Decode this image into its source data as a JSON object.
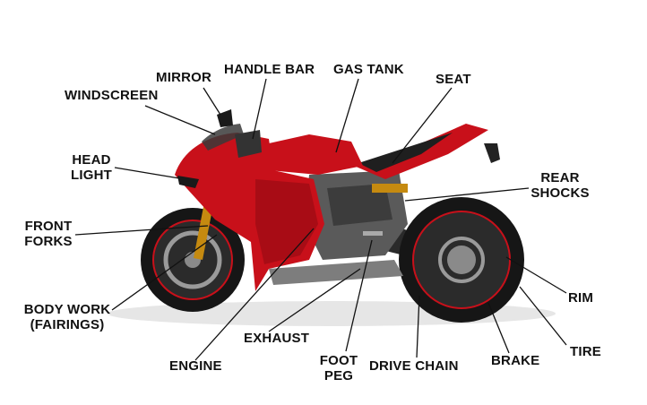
{
  "labels": {
    "mirror": "MIRROR",
    "handle_bar": "HANDLE BAR",
    "gas_tank": "GAS TANK",
    "seat": "SEAT",
    "windscreen": "WINDSCREEN",
    "head_light": [
      "HEAD",
      "LIGHT"
    ],
    "rear_shocks": [
      "REAR",
      "SHOCKS"
    ],
    "front_forks": [
      "FRONT",
      "FORKS"
    ],
    "body_work": [
      "BODY WORK",
      "(FAIRINGS)"
    ],
    "rim": "RIM",
    "exhaust": "EXHAUST",
    "tire": "TIRE",
    "engine": "ENGINE",
    "foot_peg": [
      "FOOT",
      "PEG"
    ],
    "drive_chain": "DRIVE CHAIN",
    "brake": "BRAKE"
  },
  "colors": {
    "fairing_red": "#c8101a",
    "fairing_dark_red": "#8e0a10",
    "tire_black": "#161616",
    "engine_gray": "#5a5a5a",
    "label_text": "#111111",
    "leader_line": "#111111"
  }
}
